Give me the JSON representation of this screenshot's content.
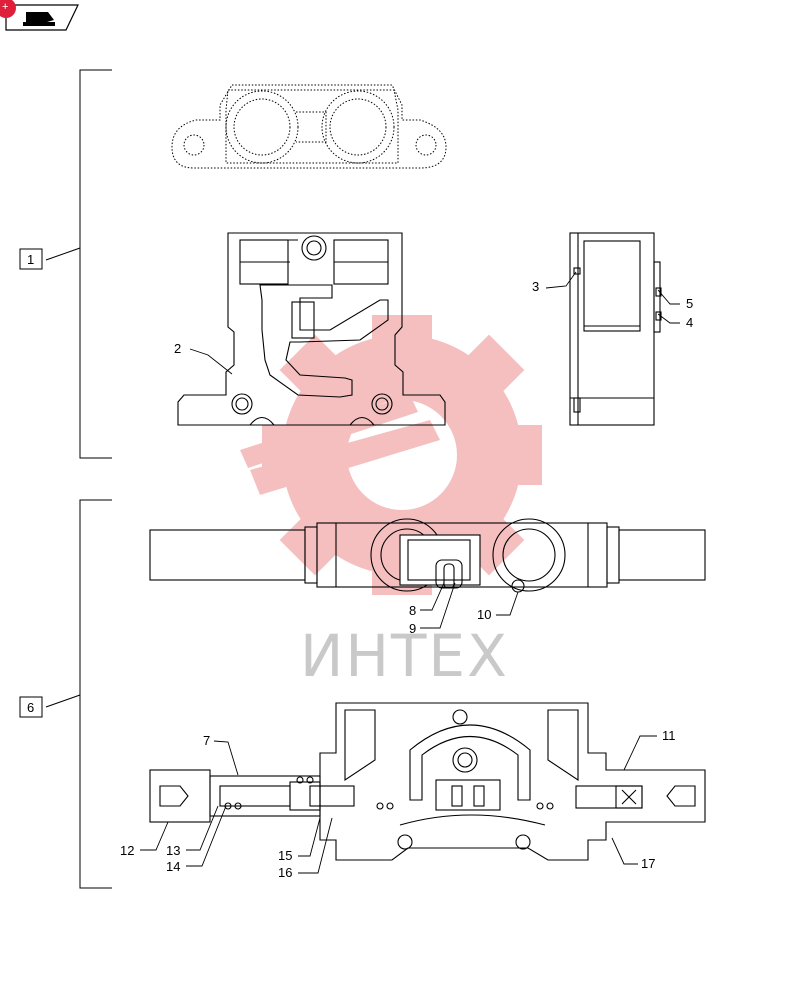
{
  "toolbar": {
    "badge_icon": "plus-badge-icon",
    "tab_icon": "book-hand-icon",
    "badge_color": "#e0203a"
  },
  "watermark": {
    "text": "ИНТЕХ",
    "gear_color": "#f4b5b5",
    "text_color": "#c9c9c9"
  },
  "groups": [
    {
      "id": "group-1",
      "label": "1"
    },
    {
      "id": "group-6",
      "label": "6"
    }
  ],
  "callouts": [
    "2",
    "3",
    "4",
    "5",
    "7",
    "8",
    "9",
    "10",
    "11",
    "12",
    "13",
    "14",
    "15",
    "16",
    "17"
  ]
}
